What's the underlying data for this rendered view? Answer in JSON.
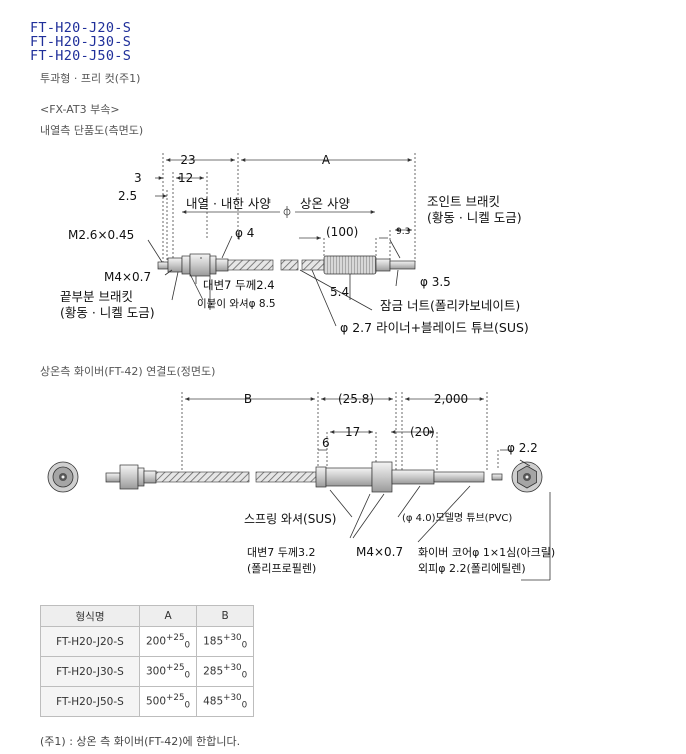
{
  "titles": [
    "FT-H20-J20-S",
    "FT-H20-J30-S",
    "FT-H20-J50-S"
  ],
  "subtitle": "투과형 · 프리 컷(주1)",
  "accessory": "<FX-AT3 부속>",
  "side_view_label": "내열측 단품도(측면도)",
  "front_view_label": "상온측 화이버(FT-42) 연결도(정면도)",
  "top_diagram": {
    "dim_23": "23",
    "dim_A": "A",
    "dim_3": "3",
    "dim_12": "12",
    "dim_2_5": "2.5",
    "heat_spec": "내열 · 내한 사양",
    "room_spec": "상온 사양",
    "joint_bracket_1": "조인트 브래킷",
    "joint_bracket_2": "(황동 · 니켈 도금)",
    "dim_9_3": "9.3",
    "m2_6": "M2.6×0.45",
    "phi4": "φ 4",
    "dim_100": "(100)",
    "m4": "M4×0.7",
    "hex7": "대변7 두께2.4",
    "phi3_5": "φ 3.5",
    "tip_bracket_1": "끝부분 브래킷",
    "tip_bracket_2": "(황동 · 니켈 도금)",
    "washer": "이붙이 와셔φ 8.5",
    "dim_5_4": "5.4",
    "lock_nut": "잠금 너트(폴리카보네이트)",
    "liner": "φ 2.7 라이너+블레이드 튜브(SUS)"
  },
  "bottom_diagram": {
    "dim_B": "B",
    "dim_25_8": "(25.8)",
    "dim_2000": "2,000",
    "dim_6": "6",
    "dim_17": "17",
    "dim_20": "(20)",
    "phi2_2": "φ 2.2",
    "spring_washer": "스프링 와셔(SUS)",
    "mold_tube": "(φ 4.0)모델명 튜브(PVC)",
    "hex7_1": "대변7 두께3.2",
    "hex7_2": "(폴리프로필렌)",
    "m4": "M4×0.7",
    "core_1": "화이버 코어φ 1×1심(아크릴)",
    "core_2": "외피φ 2.2(폴리에틸렌)"
  },
  "table": {
    "headers": [
      "형식명",
      "A",
      "B"
    ],
    "rows": [
      {
        "model": "FT-H20-J20-S",
        "a": "200",
        "a_tol": "+25",
        "a_low": "0",
        "b": "185",
        "b_tol": "+30",
        "b_low": "0"
      },
      {
        "model": "FT-H20-J30-S",
        "a": "300",
        "a_tol": "+25",
        "a_low": "0",
        "b": "285",
        "b_tol": "+30",
        "b_low": "0"
      },
      {
        "model": "FT-H20-J50-S",
        "a": "500",
        "a_tol": "+25",
        "a_low": "0",
        "b": "485",
        "b_tol": "+30",
        "b_low": "0"
      }
    ]
  },
  "note": "(주1) : 상온 측 화이버(FT-42)에 한합니다."
}
